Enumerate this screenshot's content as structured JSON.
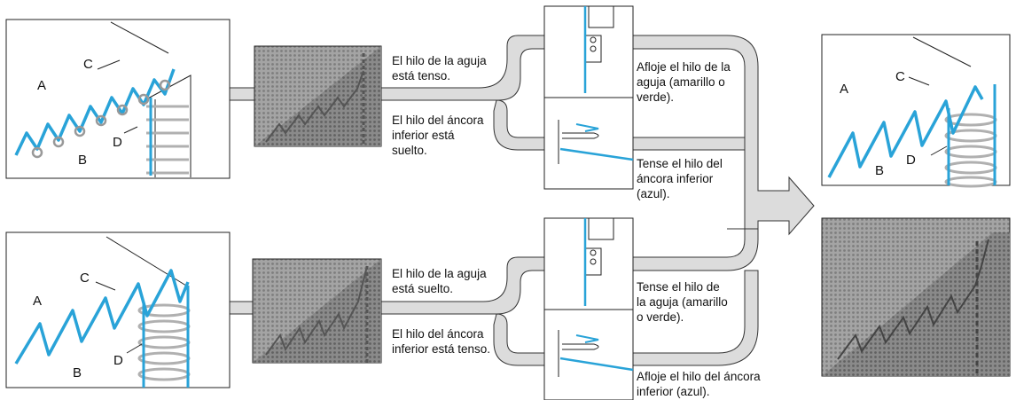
{
  "colors": {
    "thread_blue": "#29a3d8",
    "thread_gray": "#b8b8b8",
    "connector": "#dedede",
    "fabric": "#9a9a9a"
  },
  "rows": [
    {
      "letters": {
        "a": "A",
        "b": "B",
        "c": "C",
        "d": "D"
      },
      "condition_top": "El hilo de la aguja está tenso.",
      "condition_bottom": "El hilo del áncora inferior está suelto.",
      "action_top": "Afloje el hilo de la aguja (amarillo o verde).",
      "action_bottom": "Tense el hilo del áncora inferior (azul)."
    },
    {
      "letters": {
        "a": "A",
        "b": "B",
        "c": "C",
        "d": "D"
      },
      "condition_top": "El hilo de la aguja está suelto.",
      "condition_bottom": "El hilo del áncora inferior está tenso.",
      "action_top": "Tense el hilo de la aguja (amarillo o verde).",
      "action_bottom": "Afloje el hilo del áncora inferior (azul)."
    }
  ],
  "result": {
    "letters": {
      "a": "A",
      "b": "B",
      "c": "C",
      "d": "D"
    }
  }
}
